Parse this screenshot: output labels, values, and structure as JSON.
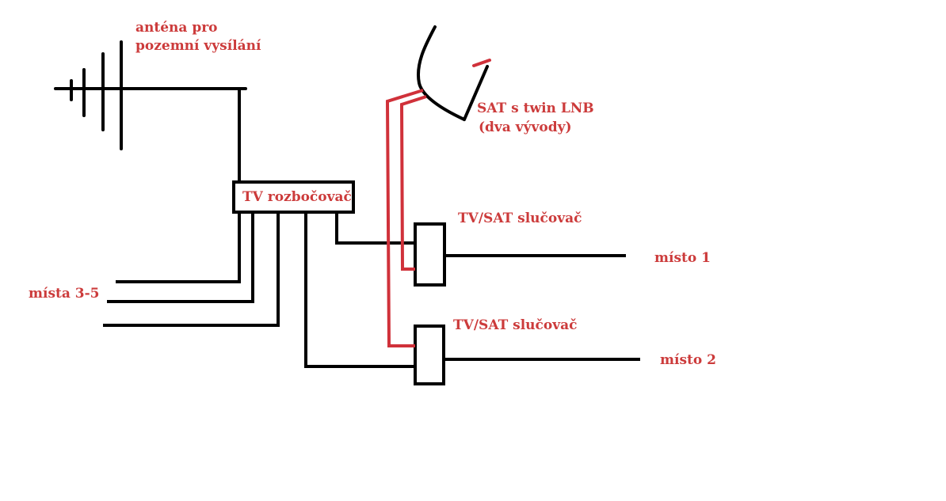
{
  "labels": {
    "antenna_line1": "anténa pro",
    "antenna_line2": "pozemní vysílání",
    "sat_line1": "SAT s twin LNB",
    "sat_line2": "(dva vývody)",
    "splitter": "TV rozbočovač",
    "combiner_top": "TV/SAT slučovač",
    "combiner_bottom": "TV/SAT slučovač",
    "place_1": "místo 1",
    "place_2": "místo 2",
    "places_3_5": "místa 3-5"
  },
  "colors": {
    "wire": "#000000",
    "sat_wire": "#d0313a",
    "label_red": "#cc3b3b"
  }
}
